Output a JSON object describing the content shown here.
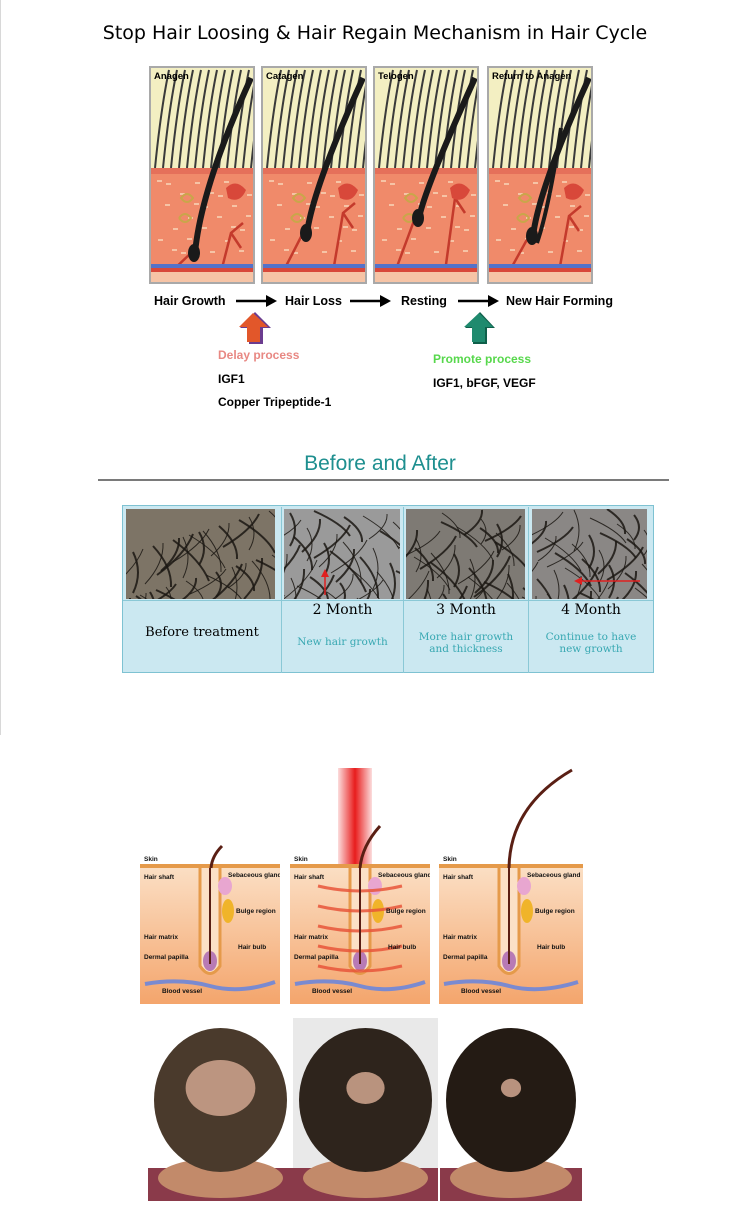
{
  "title": "Stop Hair Loosing & Hair Regain Mechanism in Hair Cycle",
  "cycle": {
    "panels": [
      "Anagen",
      "Catagen",
      "Telogen",
      "Return to Anagen"
    ],
    "stages": [
      "Hair Growth",
      "Hair Loss",
      "Resting",
      "New Hair Forming"
    ],
    "delay": {
      "title": "Delay process",
      "items": [
        "IGF1",
        "Copper Tripeptide-1"
      ]
    },
    "promote": {
      "title": "Promote process",
      "items": [
        "IGF1, bFGF, VEGF"
      ]
    },
    "colors": {
      "delay_arrow": "#e2572a",
      "promote_arrow": "#1f8a6e",
      "skin": "#f08a6a",
      "sky": "#f3efc2"
    }
  },
  "before_after": {
    "title": "Before and After",
    "before_label": "Before treatment",
    "columns": [
      {
        "head": "2 Month",
        "desc": [
          "New hair growth"
        ]
      },
      {
        "head": "3 Month",
        "desc": [
          "More hair growth",
          "and thickness"
        ]
      },
      {
        "head": "4 Month",
        "desc": [
          "Continue to have",
          "new growth"
        ]
      }
    ],
    "colors": {
      "title": "#1e8f8f",
      "box": "#cbe8f1",
      "desc": "#38a8b2"
    }
  },
  "laser": {
    "labels": {
      "skin": "Skin",
      "hair_shaft": "Hair shaft",
      "sebaceous_gland": "Sebaceous gland",
      "bulge_region": "Bulge region",
      "hair_matrix": "Hair matrix",
      "hair_bulb": "Hair bulb",
      "dermal_papilla": "Dermal papilla",
      "blood_vessel": "Blood vessel"
    },
    "colors": {
      "laser": "#e81c1c",
      "skin": "#f6b27e"
    }
  }
}
